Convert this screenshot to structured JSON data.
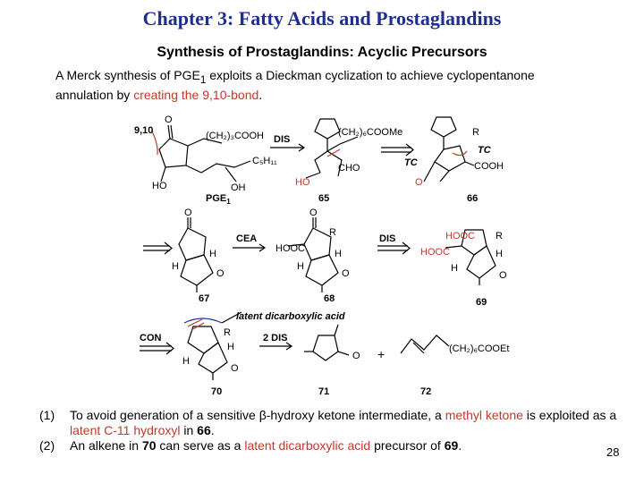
{
  "title": "Chapter 3: Fatty Acids and Prostaglandins",
  "subtitle": "Synthesis of Prostaglandins: Acyclic Precursors",
  "intro": {
    "part1": "A Merck synthesis of PGE",
    "sub": "1",
    "part2": " exploits a Dieckman cyclization to achieve cyclopentanone annulation by ",
    "highlight": "creating the 9,10-bond",
    "part3": "."
  },
  "scheme": {
    "bond_label": "9,10",
    "chain_top": "(CH₂)₃COOH",
    "chain_side": "C₅H₁₁",
    "chain_65": "(CH₂)₆COOMe",
    "chain_72": "(CH₂)₆COOEt",
    "oh": "OH",
    "ho": "HO",
    "cho": "CHO",
    "cooh": "COOH",
    "hooc": "HOOC",
    "r": "R",
    "h": "H",
    "o": "O",
    "tc": "TC",
    "plus": "+",
    "latent_label": "latent dicarboxylic acid",
    "compounds": {
      "pge1": "PGE",
      "pge1_sub": "1",
      "c65": "65",
      "c66": "66",
      "c67": "67",
      "c68": "68",
      "c69": "69",
      "c70": "70",
      "c71": "71",
      "c72": "72"
    },
    "arrows": {
      "dis": "DIS",
      "cea": "CEA",
      "con": "CON",
      "dis2": "2 DIS"
    }
  },
  "notes": [
    {
      "num": "(1)",
      "p1": "To avoid generation of a sensitive β-hydroxy ketone intermediate, a ",
      "h1": "methyl ketone",
      "p2": " is exploited as a ",
      "h2": "latent C-11 hydroxyl",
      "p3": " in ",
      "b1": "66",
      "p4": "."
    },
    {
      "num": "(2)",
      "p1": "An alkene in ",
      "b1": "70",
      "p2": " can serve as a ",
      "h1": "latent dicarboxylic acid",
      "p3": " precursor of ",
      "b2": "69",
      "p4": "."
    }
  ],
  "page_number": "28",
  "colors": {
    "title": "#1f2f8f",
    "highlight": "#c0392b"
  }
}
